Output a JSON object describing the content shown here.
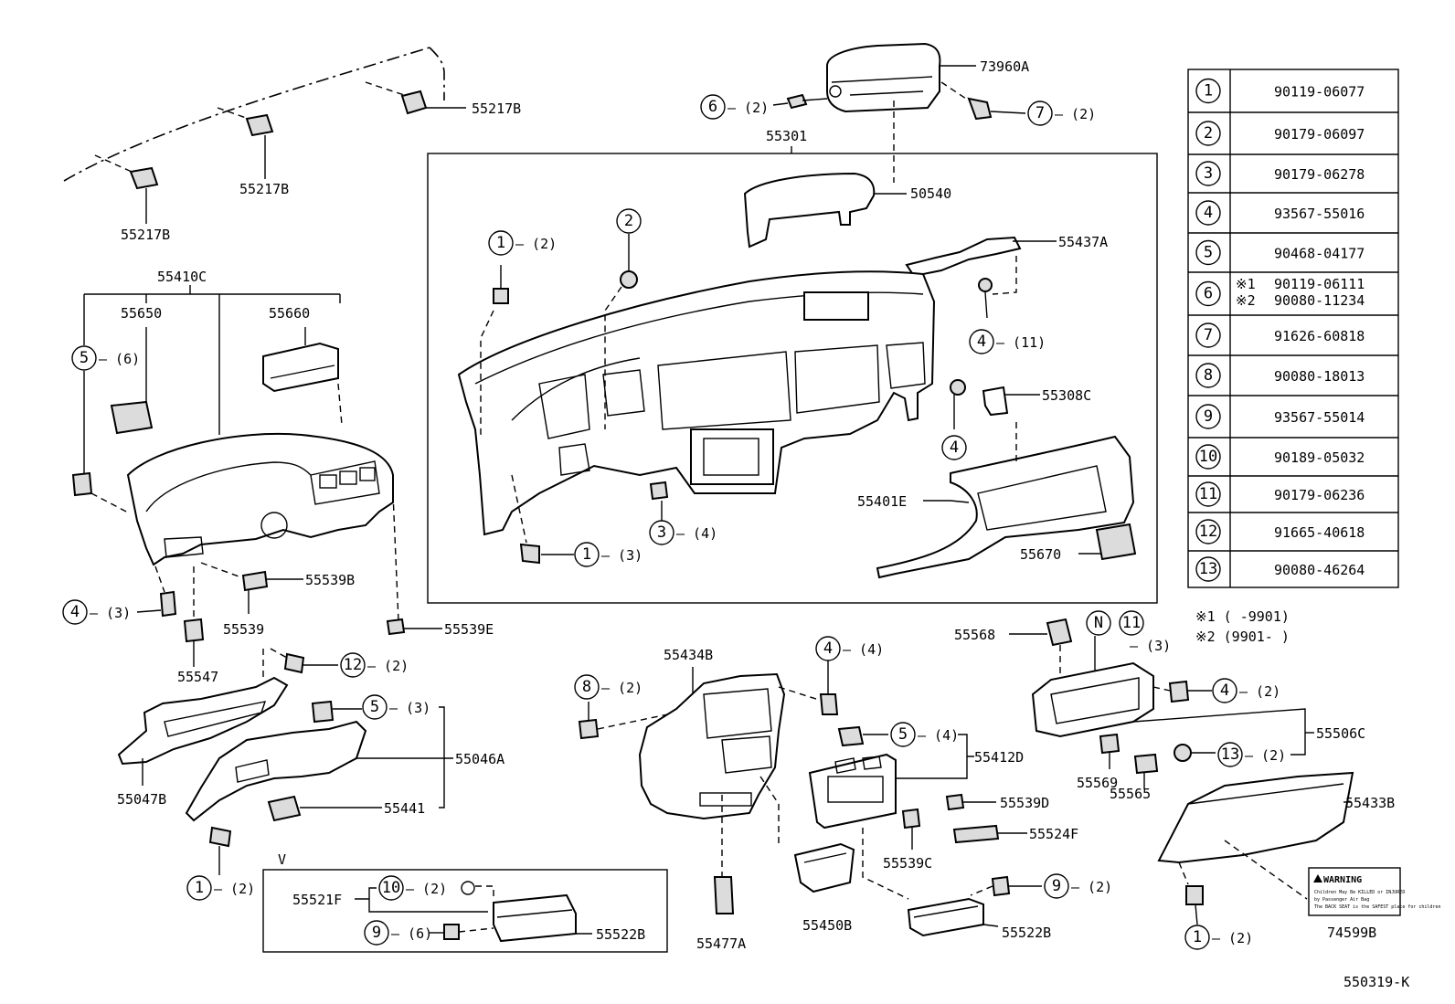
{
  "part_labels": {
    "p55217B_a": "55217B",
    "p55217B_b": "55217B",
    "p55217B_c": "55217B",
    "p73960A": "73960A",
    "p55301": "55301",
    "p50540": "50540",
    "p55437A": "55437A",
    "p55308C": "55308C",
    "p55401E": "55401E",
    "p55670": "55670",
    "p55410C": "55410C",
    "p55650": "55650",
    "p55660": "55660",
    "p55539B": "55539B",
    "p55539": "55539",
    "p55539E": "55539E",
    "p55547": "55547",
    "p55047B": "55047B",
    "p55046A": "55046A",
    "p55441": "55441",
    "p55434B": "55434B",
    "p55568": "55568",
    "p55506C": "55506C",
    "p55569": "55569",
    "p55565": "55565",
    "p55433B": "55433B",
    "p55412D": "55412D",
    "p55539D": "55539D",
    "p55524F": "55524F",
    "p55539C": "55539C",
    "p55522B_a": "55522B",
    "p55522B_b": "55522B",
    "p55521F": "55521F",
    "p55477A": "55477A",
    "p55450B": "55450B",
    "p74599B": "74599B",
    "v_label": "V",
    "diagram_code": "550319-K"
  },
  "callouts": {
    "c1": {
      "num": "6",
      "qty": "– (2)"
    },
    "c2": {
      "num": "7",
      "qty": "– (2)"
    },
    "c3": {
      "num": "1",
      "qty": "– (2)"
    },
    "c4": {
      "num": "2",
      "qty": ""
    },
    "c5": {
      "num": "4",
      "qty": "– (11)"
    },
    "c6": {
      "num": "4",
      "qty": ""
    },
    "c7": {
      "num": "3",
      "qty": "– (4)"
    },
    "c8": {
      "num": "1",
      "qty": "– (3)"
    },
    "c9": {
      "num": "5",
      "qty": "– (6)"
    },
    "c10": {
      "num": "4",
      "qty": "– (3)"
    },
    "c11": {
      "num": "12",
      "qty": "– (2)"
    },
    "c12": {
      "num": "5",
      "qty": "– (3)"
    },
    "c13": {
      "num": "1",
      "qty": "– (2)"
    },
    "c14": {
      "num": "10",
      "qty": "– (2)"
    },
    "c15": {
      "num": "9",
      "qty": "– (6)"
    },
    "c16": {
      "num": "8",
      "qty": "– (2)"
    },
    "c17": {
      "num": "4",
      "qty": "– (4)"
    },
    "c18": {
      "num": "5",
      "qty": "– (4)"
    },
    "c19": {
      "num": "9",
      "qty": "– (2)"
    },
    "c20": {
      "num": "N",
      "qty": ""
    },
    "c21": {
      "num": "11",
      "qty": "– (3)"
    },
    "c22": {
      "num": "4",
      "qty": "– (2)"
    },
    "c23": {
      "num": "13",
      "qty": "– (2)"
    },
    "c24": {
      "num": "1",
      "qty": "– (2)"
    }
  },
  "part_table": [
    {
      "num": "1",
      "part": "90119-06077"
    },
    {
      "num": "2",
      "part": "90179-06097"
    },
    {
      "num": "3",
      "part": "90179-06278"
    },
    {
      "num": "4",
      "part": "93567-55016"
    },
    {
      "num": "5",
      "part": "90468-04177"
    },
    {
      "num": "6",
      "part": "",
      "sub": [
        {
          "mark": "※1",
          "part": "90119-06111"
        },
        {
          "mark": "※2",
          "part": "90080-11234"
        }
      ]
    },
    {
      "num": "7",
      "part": "91626-60818"
    },
    {
      "num": "8",
      "part": "90080-18013"
    },
    {
      "num": "9",
      "part": "93567-55014"
    },
    {
      "num": "10",
      "part": "90189-05032"
    },
    {
      "num": "11",
      "part": "90179-06236"
    },
    {
      "num": "12",
      "part": "91665-40618"
    },
    {
      "num": "13",
      "part": "90080-46264"
    }
  ],
  "notes": {
    "n1": "※1 (        -9901)",
    "n2": "※2 (9901-        )"
  },
  "warning_label": {
    "title": "WARNING",
    "text1": "Children May Be KILLED or INJURED",
    "text2": "by Passenger Air Bag",
    "text3": "The BACK SEAT is the SAFEST place for children"
  }
}
